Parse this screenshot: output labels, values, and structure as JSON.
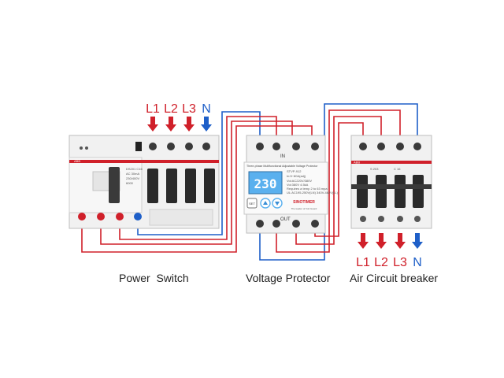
{
  "diagram": {
    "captions": {
      "power_switch": "Power  Switch",
      "voltage_protector": "Voltage Protector",
      "air_breaker": "Air Circuit breaker"
    },
    "input_labels": [
      "L1",
      "L2",
      "L3",
      "N"
    ],
    "output_labels": [
      "L1",
      "L2",
      "L3",
      "N"
    ],
    "protector": {
      "title": "Three-phase Multifunctional Adjustable Voltage Protector",
      "display_value": "230",
      "in_label": "IN",
      "out_label": "OUT",
      "set_label": "SET",
      "brand": "SINOTIMER",
      "brand_sub": "The leader of Volt Guard",
      "model": "STVP-912",
      "rating": "In:5~80A(adj)",
      "spec_lines": [
        "Vol:AC220V/380V",
        "Vol:380V 4.5kA",
        "Requires a temp 2 to 63 mpa",
        "UL:AC195-250V(LN) 340V-462V(LL)"
      ]
    },
    "power_switch": {
      "brand": "ABB",
      "spec_lines": [
        "DS201 C16",
        "AC 30mA",
        "230/400V",
        "6000"
      ]
    },
    "air_breaker": {
      "brand": "ABB",
      "spec_lines": [
        "S 203",
        "C 16"
      ]
    },
    "colors": {
      "red": "#d0202a",
      "blue": "#1e5fc8",
      "device_body": "#f1f1f1",
      "lcd": "#5ab0ee"
    }
  }
}
